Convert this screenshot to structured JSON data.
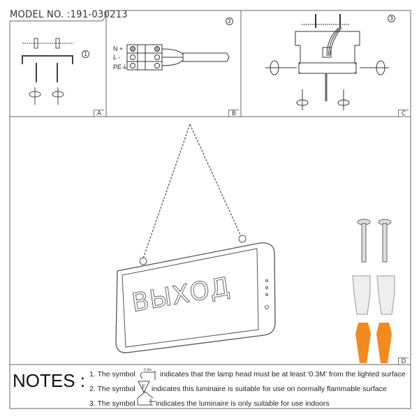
{
  "header": {
    "model_label": "MODEL NO. :191-030213"
  },
  "panels": {
    "a": {
      "tag": "A",
      "step": "1"
    },
    "b": {
      "tag": "B",
      "step": "2",
      "terminals": [
        "N +",
        "L -",
        "PE⏚"
      ]
    },
    "c": {
      "tag": "C",
      "step": "3"
    },
    "d": {
      "tag": "D",
      "sign_text": "ВЫХОД"
    }
  },
  "notes": {
    "title": "NOTES :",
    "items": [
      {
        "prefix": "1. The symbol",
        "symbol": "0.3m",
        "text": "indicates that the lamp head must be at least ‘0.3M’ from the lighted surface"
      },
      {
        "prefix": "2. The symbol",
        "symbol": "F",
        "text": "indicates this luminaire is suitable for use on normally flammable surface"
      },
      {
        "prefix": "3. The symbol",
        "symbol": "house",
        "text": "indicates the luminaire is only suitable for use indoors"
      }
    ]
  },
  "colors": {
    "anchor": "#f28a1e",
    "line": "#555555"
  }
}
